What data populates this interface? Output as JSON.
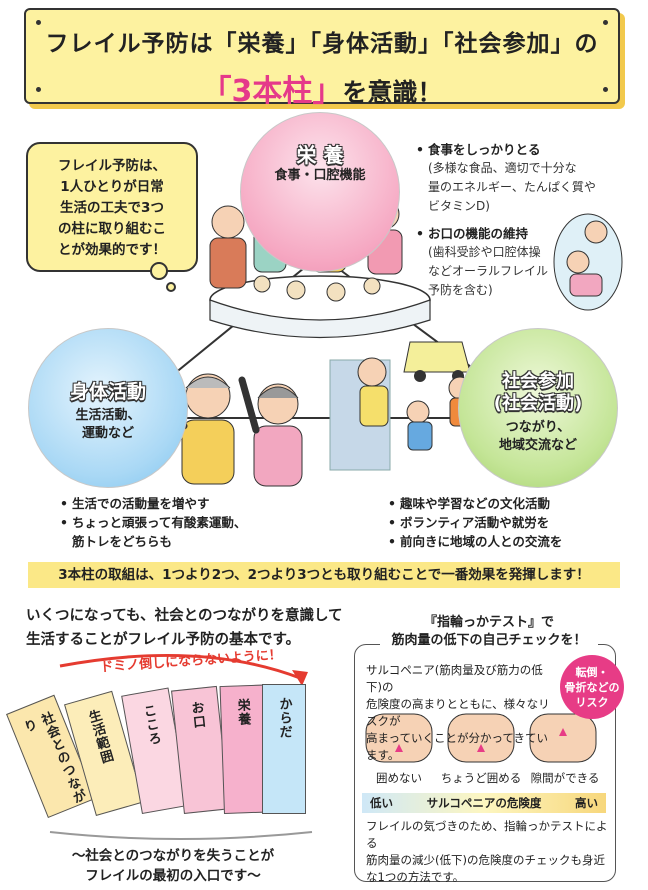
{
  "title": {
    "line1": "フレイル予防は「栄養」「身体活動」「社会参加」の",
    "line2_highlight": "「3本柱」",
    "line2_rest": "を意識！"
  },
  "bubble": {
    "text": [
      "フレイル予防は、",
      "1人ひとりが日常",
      "生活の工夫で3つ",
      "の柱に取り組むこ",
      "とが効果的です！"
    ]
  },
  "pillars": {
    "nutrition": {
      "title": "栄 養",
      "subtitle": "食事・口腔機能",
      "color": "#f6a9c3"
    },
    "physical": {
      "title": "身体活動",
      "subtitle_lines": [
        "生活活動、",
        "運動など"
      ],
      "color": "#a9d8f5"
    },
    "social": {
      "title_lines": [
        "社会参加",
        "(社会活動)"
      ],
      "subtitle_lines": [
        "つながり、",
        "地域交流など"
      ],
      "color": "#c4e597"
    }
  },
  "nutrition_list": [
    {
      "head": "食事をしっかりとる",
      "sub": [
        "(多様な食品、適切で十分な",
        "量のエネルギー、たんぱく質や",
        "ビタミンD)"
      ]
    },
    {
      "head": "お口の機能の維持",
      "sub": [
        "(歯科受診や口腔体操",
        "などオーラルフレイル",
        "予防を含む)"
      ]
    }
  ],
  "physical_list": [
    {
      "lines": [
        "生活での活動量を増やす"
      ]
    },
    {
      "lines": [
        "ちょっと頑張って有酸素運動、",
        "筋トレをどちらも"
      ]
    }
  ],
  "social_list": [
    {
      "lines": [
        "趣味や学習などの文化活動"
      ]
    },
    {
      "lines": [
        "ボランティア活動や就労を"
      ]
    },
    {
      "lines": [
        "前向きに地域の人との交流を"
      ]
    }
  ],
  "strip_text": "3本柱の取組は、1つより2つ、2つより3つとも取り組むことで一番効果を発揮します！",
  "basic_text": [
    "いくつになっても、社会とのつながりを意識して",
    "生活することがフレイル予防の基本です。"
  ],
  "domino": {
    "title": "ドミノ倒しにならないように！",
    "cards": [
      {
        "label": "社会とのつながり",
        "color": "#fbe7ad"
      },
      {
        "label": "生活範囲",
        "color": "#fcedb9"
      },
      {
        "label": "こころ",
        "color": "#fbd7e2"
      },
      {
        "label": "お口",
        "color": "#f8c4d6"
      },
      {
        "label": "栄養",
        "color": "#f6b1cc"
      },
      {
        "label": "からだ",
        "color": "#c5e6f8"
      }
    ],
    "caption": [
      "～社会とのつながりを失うことが",
      "フレイルの最初の入口です～"
    ]
  },
  "ring_test": {
    "header": [
      "『指輪っかテスト』で",
      "筋肉量の低下の自己チェックを！"
    ],
    "description": [
      "サルコペニア(筋肉量及び筋力の低下)の",
      "危険度の高まりとともに、様々なリスクが",
      "高まっていくことが分かってきています。"
    ],
    "risk_badge": [
      "転倒・",
      "骨折などの",
      "リスク"
    ],
    "states": [
      "囲めない",
      "ちょうど囲める",
      "隙間ができる"
    ],
    "gauge": {
      "low": "低い",
      "label": "サルコペニアの危険度",
      "high": "高い"
    },
    "footer": [
      "フレイルの気づきのため、指輪っかテストによる",
      "筋肉量の減少(低下)の危険度のチェックも身近",
      "な1つの方法です。"
    ]
  }
}
